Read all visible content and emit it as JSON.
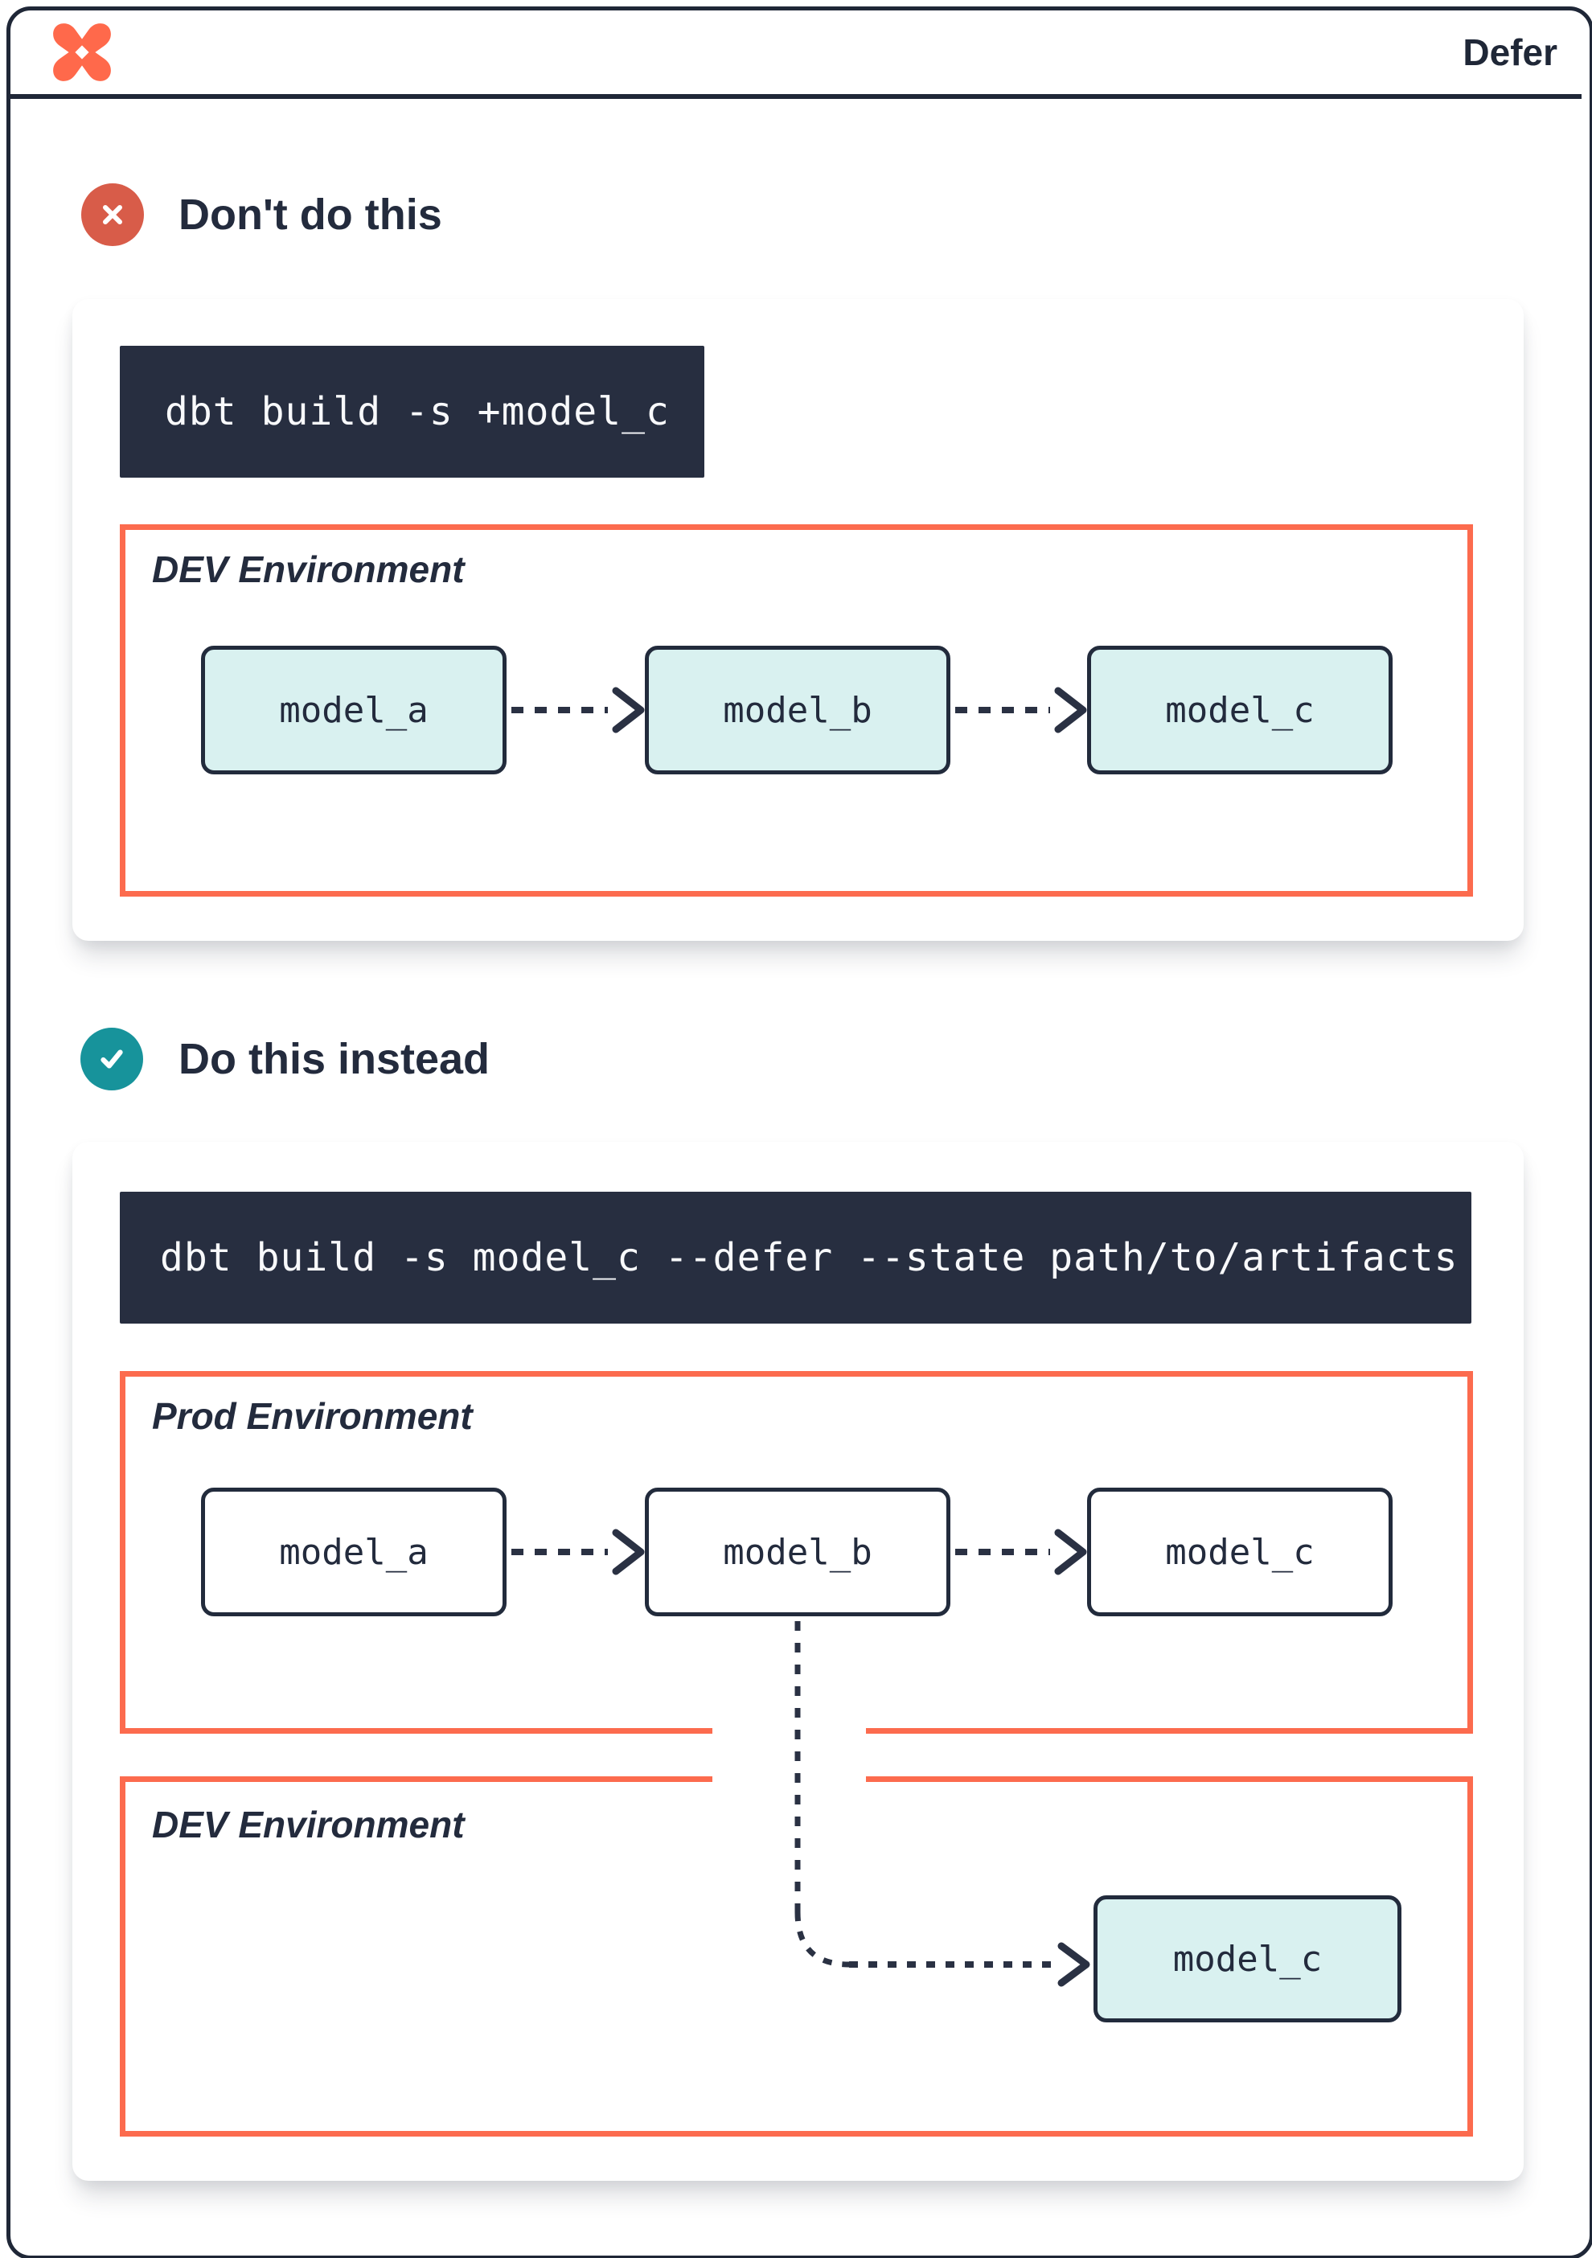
{
  "header": {
    "title": "Defer",
    "logo": "dbt-logo"
  },
  "colors": {
    "frame_navy": "#1F2737",
    "text_navy": "#232B3D",
    "code_bg": "#272E40",
    "coral_border": "#FC6B4E",
    "logo_orange": "#FF694B",
    "dont_circle_red": "#D85C49",
    "do_circle_teal": "#17939B",
    "model_fill_teal": "#D9F1F0",
    "connector_navy": "#2A3143"
  },
  "dont": {
    "heading": "Don't do this",
    "icon": "x-circle",
    "command": "dbt build -s +model_c",
    "env": {
      "label": "DEV Environment",
      "models": [
        "model_a",
        "model_b",
        "model_c"
      ]
    }
  },
  "do": {
    "heading": "Do this instead",
    "icon": "check-circle",
    "command": "dbt build -s model_c --defer --state path/to/artifacts",
    "prod_env": {
      "label": "Prod Environment",
      "models": [
        "model_a",
        "model_b",
        "model_c"
      ]
    },
    "dev_env": {
      "label": "DEV Environment",
      "models": [
        "model_c"
      ]
    }
  }
}
